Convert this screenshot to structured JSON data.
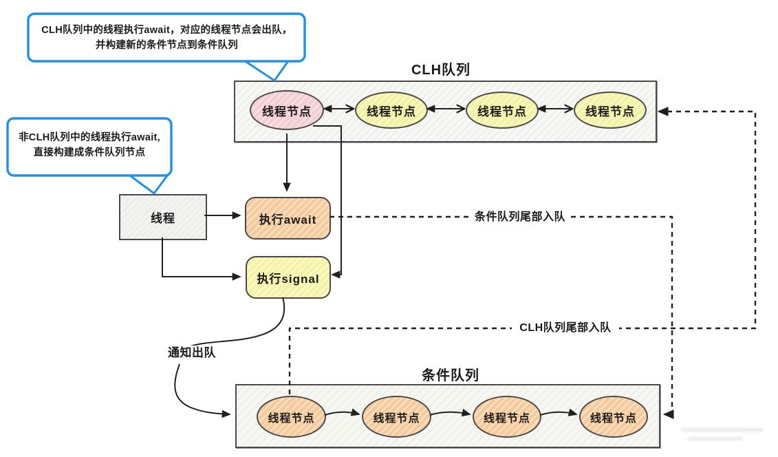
{
  "callouts": {
    "clh_await": {
      "line1": "CLH队列中的线程执行await，对应的线程节点会出队，",
      "line2": "并构建新的条件节点到条件队列"
    },
    "non_clh_await": {
      "line1": "非CLH队列中的线程执行await,",
      "line2": "直接构建成条件队列节点"
    }
  },
  "clh_queue": {
    "title": "CLH队列",
    "nodes": [
      {
        "label": "线程节点",
        "variant": "pink"
      },
      {
        "label": "线程节点",
        "variant": "yellow"
      },
      {
        "label": "线程节点",
        "variant": "yellow"
      },
      {
        "label": "线程节点",
        "variant": "yellow"
      }
    ]
  },
  "condition_queue": {
    "title": "条件队列",
    "nodes": [
      {
        "label": "线程节点",
        "variant": "orange"
      },
      {
        "label": "线程节点",
        "variant": "orange"
      },
      {
        "label": "线程节点",
        "variant": "orange"
      },
      {
        "label": "线程节点",
        "variant": "orange"
      }
    ]
  },
  "steps": {
    "thread": "线程",
    "do_await": "执行await",
    "do_signal": "执行signal"
  },
  "edge_labels": {
    "notify_dequeue": "通知出队",
    "condition_tail_enqueue": "条件队列尾部入队",
    "clh_tail_enqueue": "CLH队列尾部入队"
  },
  "colors": {
    "callout_border": "#2190e8",
    "pink_node": "#f3ced2",
    "yellow_node": "#f2f2a4",
    "orange_node": "#f5cb9d",
    "await_box": "#f5cb9d",
    "signal_box": "#f5f4a6",
    "queue_box_fill": "#f2f2ee",
    "line": "#1f1f1f"
  }
}
